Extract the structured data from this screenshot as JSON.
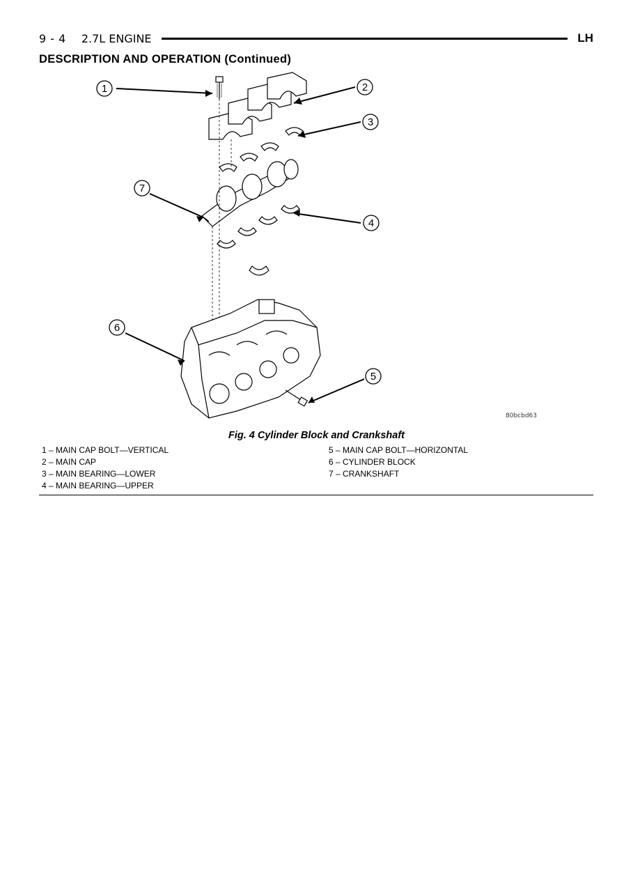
{
  "header": {
    "page_number": "9 - 4",
    "engine": "2.7L ENGINE",
    "side": "LH"
  },
  "section": {
    "title": "DESCRIPTION AND OPERATION (Continued)"
  },
  "figure": {
    "code": "80bcbd63",
    "caption": "Fig. 4 Cylinder Block and Crankshaft",
    "callouts": [
      "1",
      "2",
      "3",
      "4",
      "5",
      "6",
      "7"
    ]
  },
  "legend": {
    "left": [
      "1 – MAIN CAP BOLT—VERTICAL",
      "2 – MAIN CAP",
      "3 – MAIN BEARING—LOWER",
      "4 – MAIN BEARING—UPPER"
    ],
    "right": [
      "5 – MAIN CAP BOLT—HORIZONTAL",
      "6 – CYLINDER BLOCK",
      "7 – CRANKSHAFT"
    ]
  }
}
